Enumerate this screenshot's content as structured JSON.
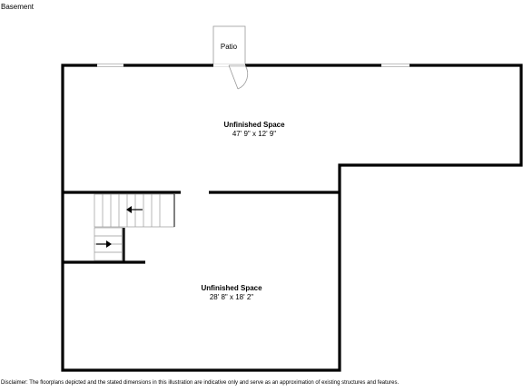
{
  "header": {
    "floor_name": "Basement"
  },
  "rooms": [
    {
      "name": "Unfinished Space",
      "dimensions": "47' 9\" x 12' 9\""
    },
    {
      "name": "Unfinished Space",
      "dimensions": "28' 8\" x 18' 2\""
    }
  ],
  "patio": {
    "label": "Patio"
  },
  "disclaimer": "Disclaimer: The floorplans depicted and the stated dimensions in this illustration are indicative only and serve as an approximation of existing structures and features.",
  "colors": {
    "wall": "#000000",
    "background": "#ffffff",
    "light_line": "#999999"
  }
}
